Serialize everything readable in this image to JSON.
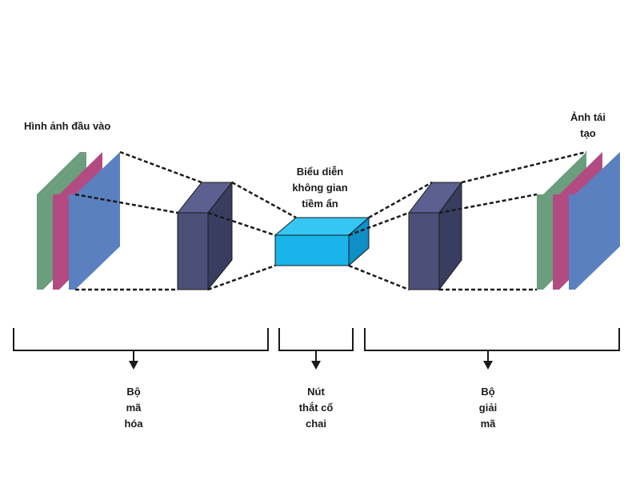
{
  "labels": {
    "input_image": "Hình ảnh đầu vào",
    "reconstructed_image": "Ảnh tái\ntạo",
    "latent_representation": "Biểu diễn\nkhông gian\ntiềm ẩn",
    "encoder": "Bộ\nmã\nhóa",
    "bottleneck": "Nút\nthắt cổ\nchai",
    "decoder": "Bộ\ngiải\nmã"
  },
  "colors": {
    "layer_green": "#6b9e7c",
    "layer_pink": "#b24b82",
    "layer_blue": "#5a80c0",
    "block_front": "#4c5078",
    "block_side": "#393d60",
    "block_top": "#5c6090",
    "latent_front": "#1ab4ea",
    "latent_top": "#36c6f4",
    "latent_side": "#0e8fc8",
    "stroke": "#1a1a1a"
  }
}
